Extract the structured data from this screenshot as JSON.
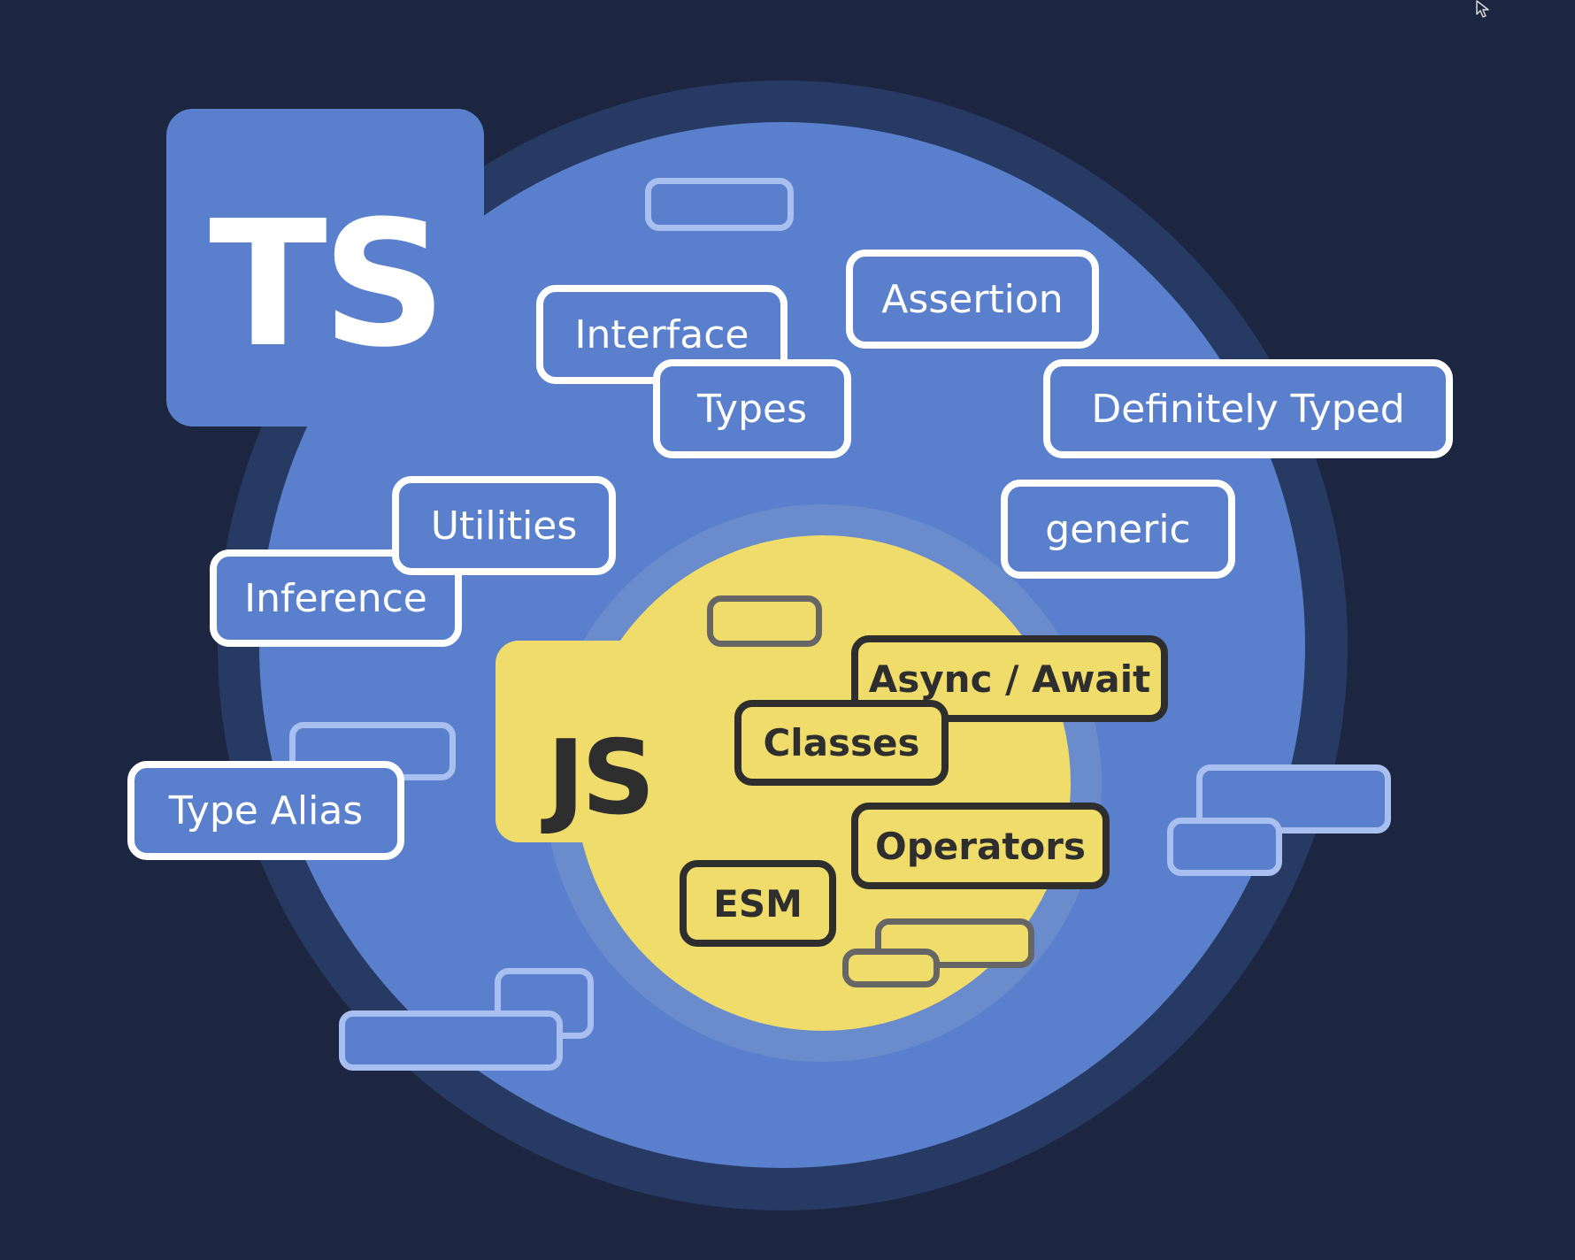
{
  "logos": {
    "ts": "TS",
    "js": "JS"
  },
  "ts_concepts": [
    "Interface",
    "Types",
    "Assertion",
    "Definitely Typed",
    "Utilities",
    "Inference",
    "generic",
    "Type Alias"
  ],
  "js_concepts": [
    "Async / Await",
    "Classes",
    "Operators",
    "ESM"
  ],
  "colors": {
    "background": "#1c2640",
    "ts_blue": "#5a80cd",
    "js_yellow": "#f0dc6a",
    "ts_chip_border": "#ffffff",
    "js_chip_border": "#2e2e2e"
  },
  "icons": [
    "mouse-cursor-icon"
  ]
}
